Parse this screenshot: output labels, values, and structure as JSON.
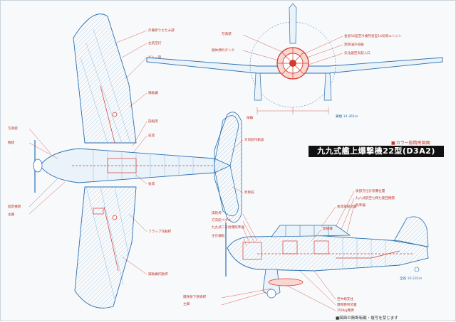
{
  "title": {
    "main": "九九式艦上爆撃機22型(D3A2)",
    "tag": "カラー版精密図面"
  },
  "footer": "■図面の無断転載・複写を禁じます",
  "colors": {
    "outline": "#2a6fb0",
    "detail": "#d63a2f",
    "background": "#f7f9fb"
  }
}
